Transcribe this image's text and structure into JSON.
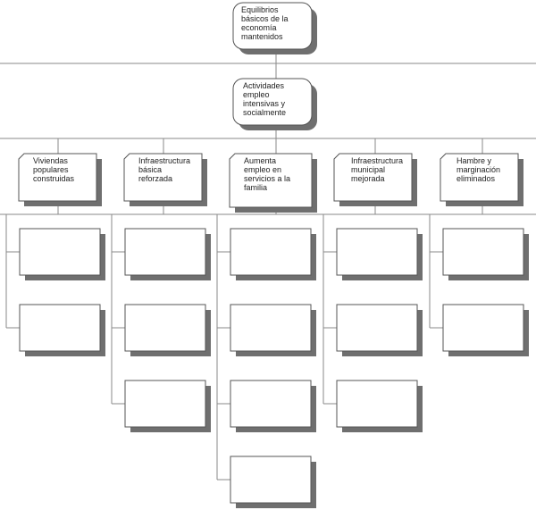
{
  "diagram": {
    "root": {
      "lines": [
        "Equilibrios",
        "básicos de la",
        "economía",
        "mantenidos"
      ]
    },
    "middle": {
      "lines": [
        "Actividades",
        "empleo",
        "intensivas y",
        "socialmente"
      ]
    },
    "branches": [
      {
        "lines": [
          "Viviendas",
          "populares",
          "construidas"
        ],
        "children": 2
      },
      {
        "lines": [
          "Infraestructura",
          "básica",
          "reforzada"
        ],
        "children": 3
      },
      {
        "lines": [
          "Aumenta",
          "empleo en",
          "servicios a la",
          "familia"
        ],
        "children": 4
      },
      {
        "lines": [
          "Infraestructura",
          "municipal",
          "mejorada"
        ],
        "children": 3
      },
      {
        "lines": [
          "Hambre y",
          "marginación",
          "eliminados"
        ],
        "children": 2
      }
    ]
  }
}
